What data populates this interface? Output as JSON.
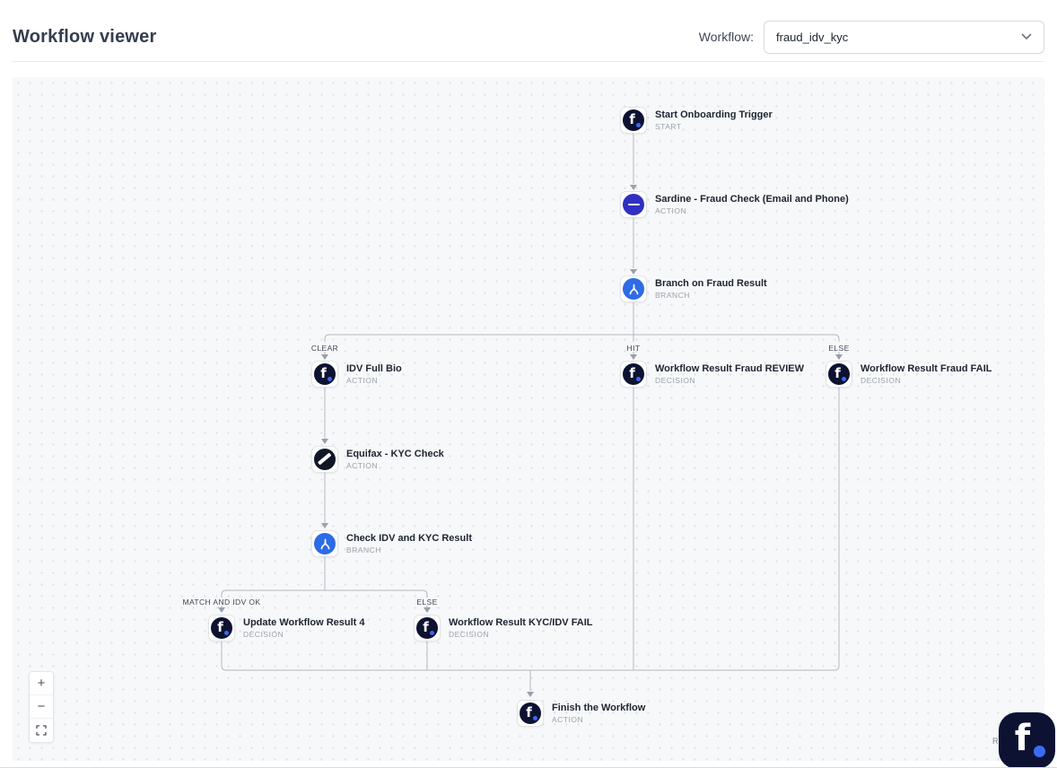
{
  "header": {
    "title": "Workflow viewer",
    "workflow_label": "Workflow:",
    "workflow_value": "fraud_idv_kyc"
  },
  "canvas": {
    "nodes": [
      {
        "title": "Start Onboarding Trigger",
        "subtitle": "START",
        "icon": "footprint-logo"
      },
      {
        "title": "Sardine - Fraud Check (Email and Phone)",
        "subtitle": "ACTION",
        "icon": "sardine-logo"
      },
      {
        "title": "Branch on Fraud Result",
        "subtitle": "BRANCH",
        "icon": "branch-icon"
      },
      {
        "title": "IDV Full Bio",
        "subtitle": "ACTION",
        "icon": "footprint-logo"
      },
      {
        "title": "Workflow Result Fraud REVIEW",
        "subtitle": "DECISION",
        "icon": "footprint-logo"
      },
      {
        "title": "Workflow Result Fraud FAIL",
        "subtitle": "DECISION",
        "icon": "footprint-logo"
      },
      {
        "title": "Equifax - KYC Check",
        "subtitle": "ACTION",
        "icon": "equifax-logo"
      },
      {
        "title": "Check IDV and KYC Result",
        "subtitle": "BRANCH",
        "icon": "branch-icon"
      },
      {
        "title": "Update Workflow Result 4",
        "subtitle": "DECISION",
        "icon": "footprint-logo"
      },
      {
        "title": "Workflow Result KYC/IDV FAIL",
        "subtitle": "DECISION",
        "icon": "footprint-logo"
      },
      {
        "title": "Finish the Workflow",
        "subtitle": "ACTION",
        "icon": "footprint-logo"
      }
    ],
    "edge_labels": [
      "CLEAR",
      "HIT",
      "ELSE",
      "MATCH AND IDV OK",
      "ELSE"
    ],
    "controls": {
      "zoom_in": "+",
      "zoom_out": "−"
    },
    "attribution": "R",
    "logo_letter": "f"
  },
  "colors": {
    "accent_blue": "#2e6be6",
    "sardine_blue": "#3030c0",
    "dark_navy": "#0d1233",
    "edge_gray": "#b4b8c1",
    "canvas_bg": "#f7f8f9"
  }
}
